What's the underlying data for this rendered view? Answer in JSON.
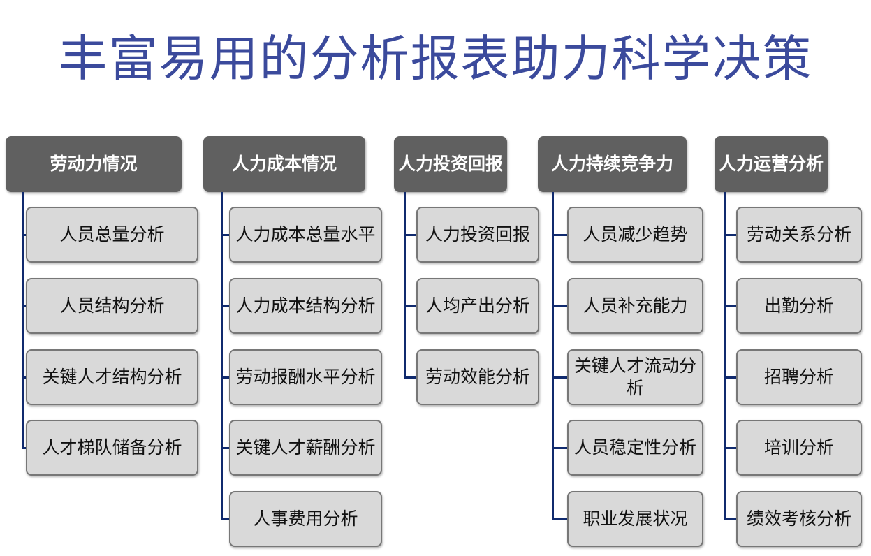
{
  "title": "丰富易用的分析报表助力科学决策",
  "columns": [
    {
      "header": "劳动力情况",
      "items": [
        "人员总量分析",
        "人员结构分析",
        "关键人才结构分析",
        "人才梯队储备分析"
      ]
    },
    {
      "header": "人力成本情况",
      "items": [
        "人力成本总量水平",
        "人力成本结构分析",
        "劳动报酬水平分析",
        "关键人才薪酬分析",
        "人事费用分析"
      ]
    },
    {
      "header": "人力投资回报",
      "items": [
        "人力投资回报",
        "人均产出分析",
        "劳动效能分析"
      ]
    },
    {
      "header": "人力持续竞争力",
      "items": [
        "人员减少趋势",
        "人员补充能力",
        "关键人才流动分析",
        "人员稳定性分析",
        "职业发展状况"
      ]
    },
    {
      "header": "人力运营分析",
      "items": [
        "劳动关系分析",
        "出勤分析",
        "招聘分析",
        "培训分析",
        "绩效考核分析"
      ]
    }
  ]
}
